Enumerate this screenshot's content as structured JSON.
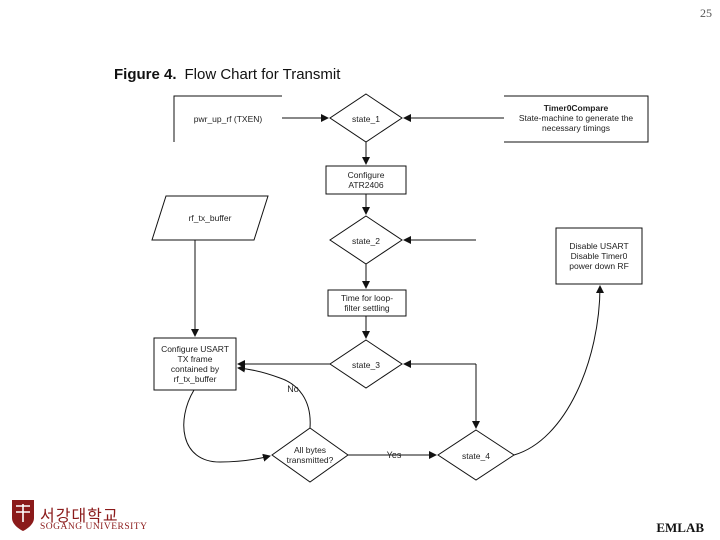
{
  "slide": {
    "page_number": "25",
    "footer_lab": "EMLAB"
  },
  "figure": {
    "label": "Figure 4.",
    "title": "Flow Chart for Transmit"
  },
  "nodes": {
    "pwr_up": [
      "pwr_up_rf (TXEN)"
    ],
    "state_1": [
      "state_1"
    ],
    "timer0": [
      "Timer0Compare",
      "State-machine to generate the",
      "necessary timings"
    ],
    "configure": [
      "Configure",
      "ATR2406"
    ],
    "rf_tx_buffer": [
      "rf_tx_buffer"
    ],
    "state_2": [
      "state_2"
    ],
    "disable": [
      "Disable USART",
      "Disable Timer0",
      "power down RF"
    ],
    "time_loop": [
      "Time for loop-",
      "filter settling"
    ],
    "configure_usart": [
      "Configure USART",
      "TX frame",
      "contained by",
      "rf_tx_buffer"
    ],
    "state_3": [
      "state_3"
    ],
    "all_bytes": [
      "All bytes",
      "transmitted?"
    ],
    "state_4": [
      "state_4"
    ]
  },
  "edges": {
    "no_label": "No",
    "yes_label": "Yes"
  },
  "logo": {
    "korean": "서강대학교",
    "university": "SOGANG UNIVERSITY",
    "accent_color": "#8b1a1a"
  }
}
